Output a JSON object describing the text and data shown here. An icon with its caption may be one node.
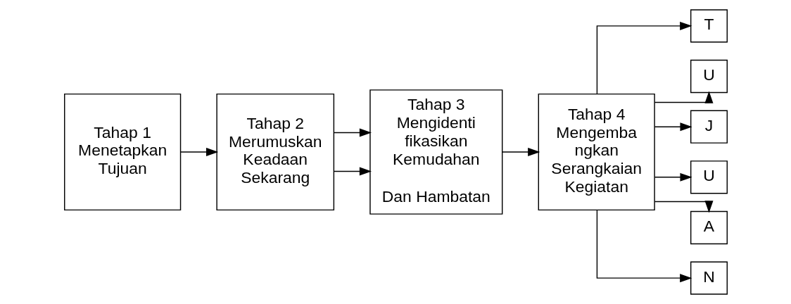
{
  "diagram": {
    "nodes": [
      {
        "text": [
          "Tahap 1 Menetapkan Tujuan"
        ]
      },
      {
        "text": [
          "Tahap 2 Merumuskan Keadaan Sekarang"
        ]
      },
      {
        "text": [
          "Tahap 3 Mengidenti fikasikan Kemudahan",
          "Dan Hambatan"
        ]
      },
      {
        "text": [
          "Tahap 4 Mengemba ngkan Serangkaian Kegiatan"
        ]
      },
      {
        "text": [
          "T"
        ]
      },
      {
        "text": [
          "U"
        ]
      },
      {
        "text": [
          "J"
        ]
      },
      {
        "text": [
          "U"
        ]
      },
      {
        "text": [
          "A"
        ]
      },
      {
        "text": [
          "N"
        ]
      }
    ],
    "edges": [
      {
        "from": 0,
        "to": 1,
        "arrow": "to"
      },
      {
        "from": 1,
        "to": 2,
        "arrow": "to"
      },
      {
        "from": 1,
        "to": 2,
        "arrow": "to"
      },
      {
        "from": 2,
        "to": 3,
        "arrow": "to"
      },
      {
        "from": 3,
        "to": 4,
        "arrow": "to"
      },
      {
        "from": 3,
        "to": 5,
        "arrow": "to"
      },
      {
        "from": 3,
        "to": 6,
        "arrow": "to"
      },
      {
        "from": 3,
        "to": 7,
        "arrow": "to"
      },
      {
        "from": 3,
        "to": 8,
        "arrow": "to"
      },
      {
        "from": 3,
        "to": 9,
        "arrow": "to"
      }
    ]
  }
}
